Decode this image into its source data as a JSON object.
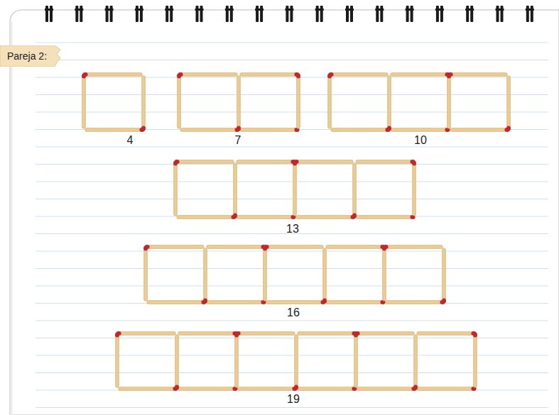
{
  "diagram": {
    "nodes": [
      {
        "text": [
          "Pareja 2:"
        ]
      }
    ],
    "labels": [
      "4",
      "7",
      "10",
      "13",
      "16",
      "19"
    ]
  }
}
